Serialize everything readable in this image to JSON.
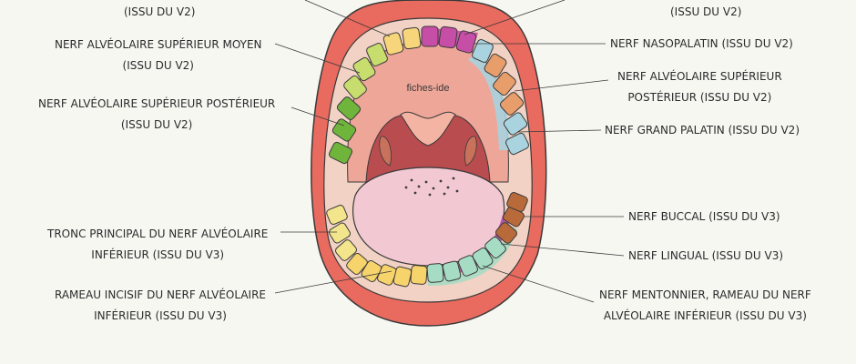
{
  "watermark": "fiches-ide",
  "labels": {
    "top_left_tail": "(ISSU DU V2)",
    "top_right_tail": "(ISSU DU V2)",
    "alv_sup_moyen": [
      "NERF ALVÉOLAIRE SUPÉRIEUR MOYEN",
      "(ISSU DU V2)"
    ],
    "alv_sup_post": [
      "NERF ALVÉOLAIRE SUPÉRIEUR POSTÉRIEUR",
      "(ISSU DU V2)"
    ],
    "tronc_alv_inf": [
      "TRONC PRINCIPAL DU NERF ALVÉOLAIRE",
      "INFÉRIEUR (ISSU DU V3)"
    ],
    "rameau_incisif": [
      "RAMEAU INCISIF DU NERF ALVÉOLAIRE",
      "INFÉRIEUR (ISSU DU V3)"
    ],
    "nasopalatin": [
      "NERF NASOPALATIN (ISSU DU V2)"
    ],
    "alv_sup_post_right": [
      "NERF ALVÉOLAIRE SUPÉRIEUR",
      "POSTÉRIEUR (ISSU DU V2)"
    ],
    "grand_palatin": [
      "NERF GRAND PALATIN (ISSU DU V2)"
    ],
    "buccal": [
      "NERF BUCCAL (ISSU DU V3)"
    ],
    "lingual": [
      "NERF LINGUAL (ISSU DU V3)"
    ],
    "mentonnier": [
      "NERF MENTONNIER, RAMEAU DU NERF",
      "ALVÉOLAIRE INFÉRIEUR (ISSU DU V3)"
    ]
  },
  "colors": {
    "background": "#f7f7f2",
    "lips": "#e96a5e",
    "lip_outline": "#3a3a3a",
    "cheek_inner": "#f1d2c4",
    "palate": "#eea698",
    "throat": "#b84c4f",
    "tongue": "#f2c9d3",
    "uvula": "#f4b4a4",
    "tonsil": "#c8725c",
    "nerve_alv_sup_moyen": "#c7dd6e",
    "nerve_alv_sup_post": "#6fb53c",
    "nerve_alv_sup_ant": "#f7d57a",
    "nerve_nasopalatin": "#c74ea6",
    "nerve_grand_palatin": "#a9d3df",
    "nerve_alv_sup_post_right": "#e89e6a",
    "nerve_tronc_inf": "#f3e58c",
    "nerve_incisif": "#f7d36b",
    "nerve_buccal": "#b86a3a",
    "nerve_lingual": "#b04fa3",
    "nerve_mentonnier": "#a6dcc4"
  }
}
